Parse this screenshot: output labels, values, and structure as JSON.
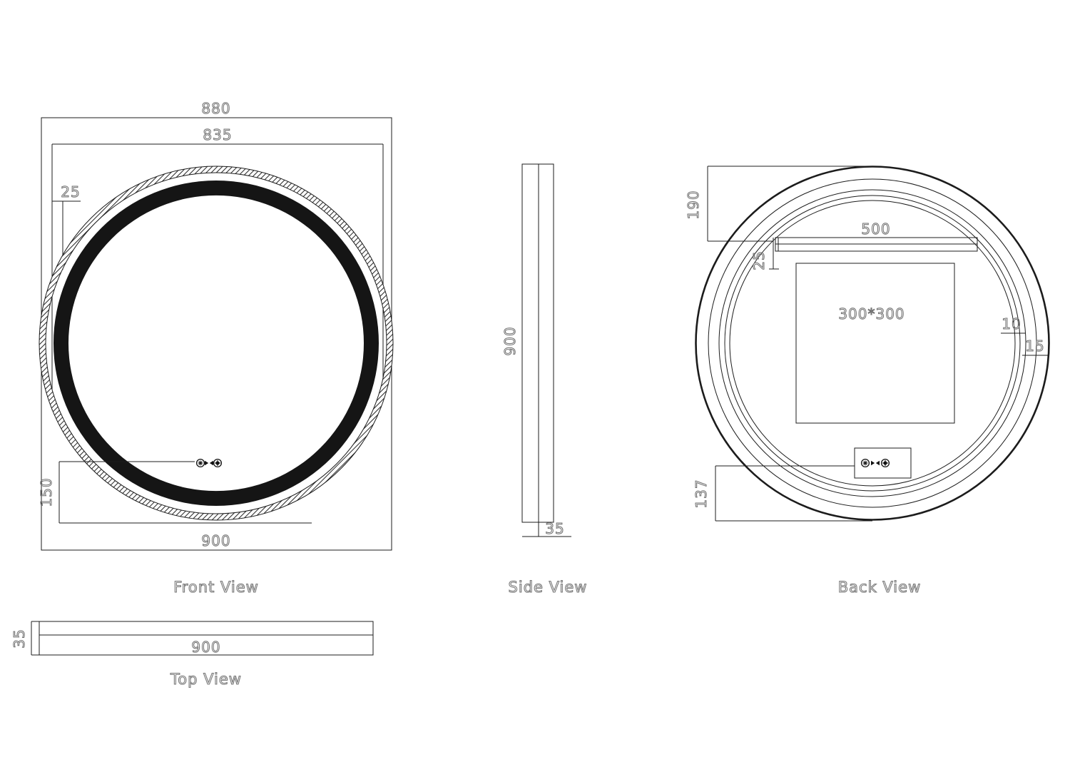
{
  "front_view": {
    "title": "Front View",
    "dim_overall_width": "880",
    "dim_inner_width": "835",
    "dim_ring_offset": "25",
    "dim_sensor_height": "150",
    "dim_overall_height": "900"
  },
  "side_view": {
    "title": "Side View",
    "dim_height": "900",
    "dim_depth": "35"
  },
  "back_view": {
    "title": "Back View",
    "dim_top_offset": "190",
    "dim_bar_width": "500",
    "dim_bar_height": "25",
    "dim_junction_box": "300*300",
    "dim_ring_gap": "10",
    "dim_ring_width": "15",
    "dim_sensor_offset": "137"
  },
  "top_view": {
    "title": "Top View",
    "dim_width": "900",
    "dim_depth": "35"
  },
  "colors": {
    "line": "#1c1c1c",
    "dim_text": "#6e6e6e",
    "led_ring_fill": "#151515"
  }
}
